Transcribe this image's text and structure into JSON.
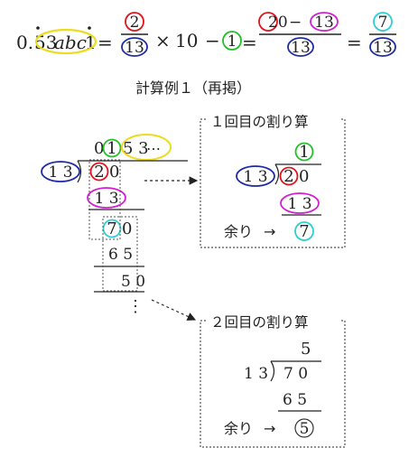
{
  "formula": {
    "lhs_int": "0.",
    "lhs_53": "53",
    "lhs_abc": "abc",
    "lhs_1": "1",
    "eq1": "=",
    "frac1_num": "2",
    "frac1_den": "13",
    "times": "×",
    "ten": "10",
    "minus1": "−",
    "circ1": "1",
    "eq2": "=",
    "frac2_num_a": "20",
    "frac2_minus": "−",
    "frac2_num_b": "13",
    "frac2_den": "13",
    "eq3": "=",
    "frac3_num": "7",
    "frac3_den": "13"
  },
  "caption": "計算例１（再掲）",
  "main_division": {
    "quotient_0": "0",
    "quotient_1": "1",
    "quotient_53": "5 3",
    "quotient_dots": "⋯",
    "divisor": "1 3",
    "dividend_2": "2",
    "dividend_0": "0",
    "sub1": "1 3",
    "rem1_7": "7",
    "rem1_0": "0",
    "sub2": "6 5",
    "rem2": "5 0",
    "vdots": "⋮"
  },
  "box1": {
    "title": "１回目の割り算",
    "quotient": "1",
    "divisor": "1 3",
    "dividend_2": "2",
    "dividend_0": "0",
    "sub": "1 3",
    "remainder_label": "余り",
    "arrow": "→",
    "remainder": "7"
  },
  "box2": {
    "title": "２回目の割り算",
    "quotient": "5",
    "divisor": "1 3",
    "dividend": "7 0",
    "sub": "6 5",
    "remainder_label": "余り",
    "arrow": "→",
    "remainder": "5"
  },
  "colors": {
    "red": "#e0141e",
    "blue": "#1e2aa6",
    "green": "#22c02a",
    "magenta": "#d21ed2",
    "cyan": "#2ccfd6",
    "yellow": "#ecdc1e",
    "ink": "#222222"
  }
}
